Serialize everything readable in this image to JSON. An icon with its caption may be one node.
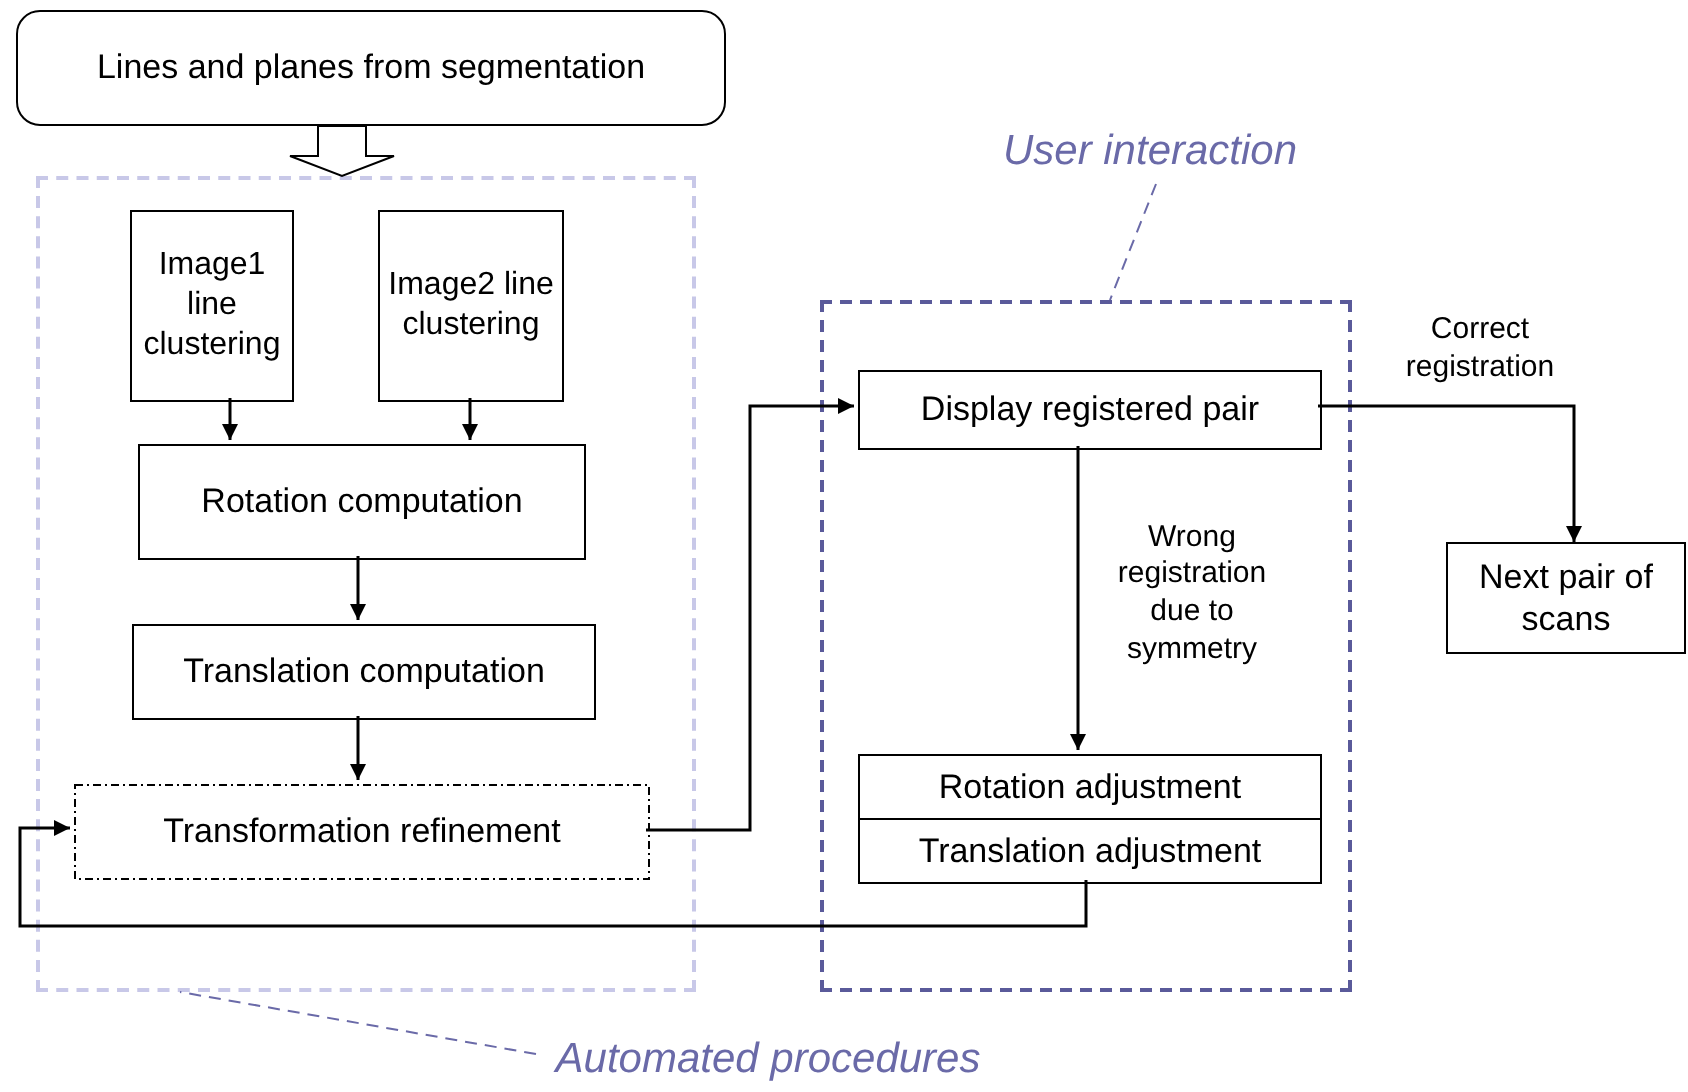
{
  "diagram": {
    "nodes": [
      {
        "text": [
          "Lines and planes from segmentation"
        ]
      },
      {
        "text": [],
        "shape": "box"
      },
      {
        "text": [
          "Image1 line clustering"
        ],
        "in": 1
      },
      {
        "text": [
          "Image2 line clustering"
        ],
        "in": 1
      },
      {
        "text": [
          "Rotation computation"
        ],
        "in": 1
      },
      {
        "text": [
          "Translation computation"
        ],
        "in": 1
      },
      {
        "text": [
          "Transformation refinement"
        ],
        "in": 1
      },
      {
        "text": [],
        "shape": "box"
      },
      {
        "text": [
          "Display registered pair"
        ],
        "in": 7
      },
      {
        "text": [
          "Rotation adjustment"
        ],
        "in": 7
      },
      {
        "text": [
          "Translation adjustment"
        ],
        "in": 7
      },
      {
        "text": [
          "Next pair of scans"
        ]
      },
      {
        "text": [
          "User interaction"
        ]
      },
      {
        "text": [
          "Automated procedures"
        ]
      }
    ],
    "edges": [
      {
        "from": 0,
        "to": 1,
        "arrow": "to",
        "style": "thick"
      },
      {
        "from": 2,
        "to": 4,
        "arrow": "to"
      },
      {
        "from": 3,
        "to": 4,
        "arrow": "to"
      },
      {
        "from": 4,
        "to": 5,
        "arrow": "to"
      },
      {
        "from": 5,
        "to": 6,
        "arrow": "to"
      },
      {
        "from": 6,
        "to": 8,
        "arrow": "to"
      },
      {
        "from": 8,
        "to": 9,
        "arrow": "to",
        "label": "Wrong registration due to symmetry"
      },
      {
        "from": 8,
        "to": 11,
        "arrow": "to",
        "label": "Correct registration"
      },
      {
        "from": 10,
        "to": 6,
        "arrow": "to"
      },
      {
        "from": 12,
        "to": 7,
        "arrow": "none",
        "style": "dashed",
        "color": "#6a6aa8"
      },
      {
        "from": 13,
        "to": 1,
        "arrow": "none",
        "style": "dashed",
        "color": "#6a6aa8"
      }
    ]
  }
}
